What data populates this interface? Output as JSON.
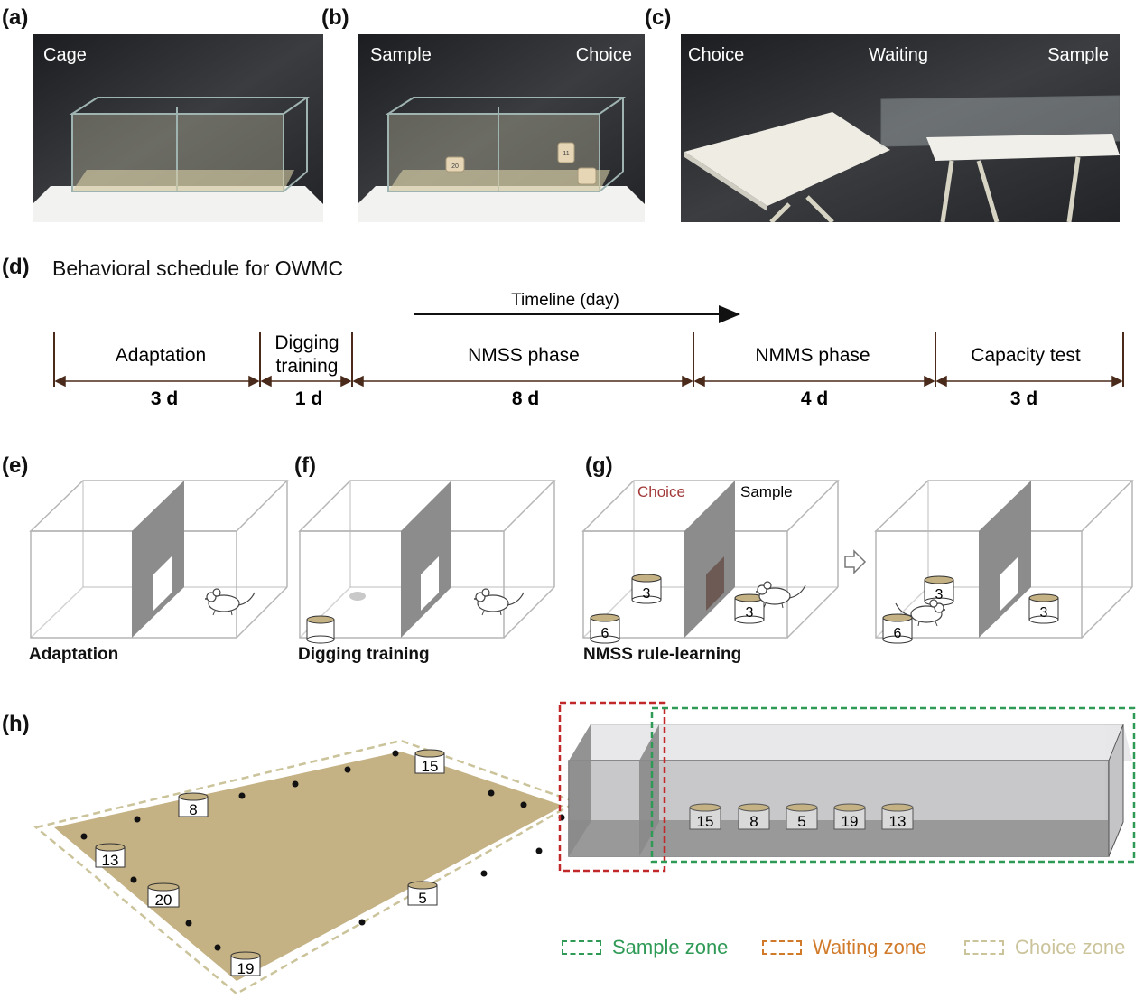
{
  "panels": {
    "a": {
      "label": "(a)",
      "caption": "Cage"
    },
    "b": {
      "label": "(b)",
      "caption_left": "Sample",
      "caption_right": "Choice",
      "cup_left": "20",
      "cup_right": "11"
    },
    "c": {
      "label": "(c)",
      "caption_left": "Choice",
      "caption_mid": "Waiting",
      "caption_right": "Sample"
    },
    "d": {
      "label": "(d)",
      "title": "Behavioral schedule for OWMC",
      "timeline_label": "Timeline (day)",
      "phases": [
        {
          "name": "Adaptation",
          "days": "3 d"
        },
        {
          "name_line1": "Digging",
          "name_line2": "training",
          "days": "1 d"
        },
        {
          "name": "NMSS phase",
          "days": "8 d"
        },
        {
          "name": "NMMS phase",
          "days": "4 d"
        },
        {
          "name": "Capacity test",
          "days": "3 d"
        }
      ]
    },
    "e": {
      "label": "(e)",
      "caption": "Adaptation"
    },
    "f": {
      "label": "(f)",
      "caption": "Digging training"
    },
    "g": {
      "label": "(g)",
      "caption": "NMSS rule-learning",
      "choice_label": "Choice",
      "sample_label": "Sample",
      "box1_cups": {
        "choice_back": "3",
        "choice_front": "6",
        "sample": "3"
      },
      "box2_cups": {
        "choice_back": "3",
        "choice_front": "6",
        "sample": "3"
      }
    },
    "h": {
      "label": "(h)",
      "choice_cups": [
        "15",
        "8",
        "13",
        "20",
        "5",
        "19"
      ],
      "sample_cups": [
        "15",
        "8",
        "5",
        "19",
        "13"
      ],
      "legend": {
        "sample": "Sample zone",
        "waiting": "Waiting zone",
        "choice": "Choice zone"
      }
    }
  },
  "colors": {
    "choice_text": "#a33a3a",
    "sample_zone": "#2e9a55",
    "waiting_zone": "#d07a2a",
    "choice_zone": "#cbc39a",
    "red_dash": "#c0282a",
    "green_dash": "#2e9a55",
    "floor": "#c4b184",
    "partition": "#8c8c8c"
  }
}
